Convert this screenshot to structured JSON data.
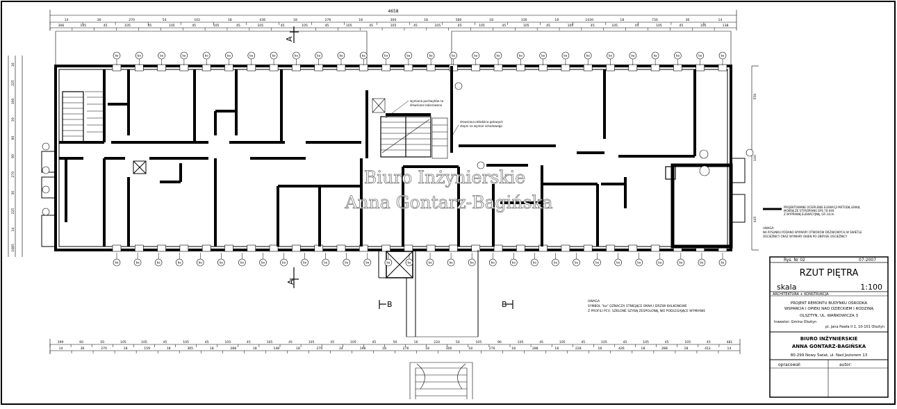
{
  "drawing": {
    "plan_title": "RZUT PIĘTRA",
    "drawing_number": "Rys. Nr 02",
    "date": "07-2007",
    "scale_label": "skala",
    "scale_value": "1:100",
    "discipline": "ARCHITEKTURA + KONSTRUKCJA",
    "project_lines": [
      "PROJEKT REMONTU BUDYNKU OŚRODKA",
      "WSPARCIA I OPIEKI NAD DZIECKIEM I RODZINĄ",
      "OLSZTYN, UL. WAŃKOWICZA 3"
    ],
    "investor_lines": [
      "Inwestor: Gmina Olsztyn",
      "pl. Jana Pawła II 1, 10-101 Olsztyn"
    ],
    "office_lines": [
      "BIURO INŻYNIERSKIE",
      "ANNA GONTARZ-BAGIŃSKA",
      "80-299 Nowy Świat, ul. Nad Jeziorem 13"
    ],
    "drafted_label": "opracował:",
    "author_label": "autor:"
  },
  "watermark": {
    "line1": "Biuro Inżynierskie",
    "line2": "Anna Gontarz-Bagińska"
  },
  "legend": {
    "text_lines": [
      "PROJEKTOWANE OCIEPLENIE ELEWACJI METODĄ LEKKĄ",
      "MOKRĄ ZE STYROPIANU EPS 70-040",
      "Z WYPRAWĄ ELEWACYJNĄ, GR 14cm"
    ]
  },
  "notes": {
    "right_lines": [
      "UWAGA:",
      "NA RYSUNKU PODANO WYMIARY OTWORÓW DRZWIOWYCH W ŚWIETLE",
      "OŚCIEŻNICY ORAZ WYMIARY OKIEN PO OBRYSIE OŚCIEŻNICY"
    ],
    "bottom_lines": [
      "UWAGA",
      "SYMBOL \"ba\" OZNACZA STNIEJĄCE OKNA I DRZWI BALKONOWE",
      "Z PROFILI PCV, SZKLONE SZYBĄ ZESPOLONĄ, NIE PODLEGAJĄCE WYMIANIE"
    ],
    "callout_1": [
      "wymiana pochwytów na",
      "drewniane lakierowane"
    ],
    "callout_2": [
      "drewniana okładzina gotowych",
      "stopni na wymiar schodowego"
    ]
  },
  "sections": {
    "a": "A",
    "b": "B"
  },
  "dimensions": {
    "top_overall": "4658",
    "top_row1": [
      "14",
      "36",
      "270",
      "54",
      "102",
      "18",
      "436",
      "18",
      "276",
      "18",
      "300",
      "18",
      "580",
      "18",
      "330",
      "18",
      "1030",
      "18",
      "730",
      "36",
      "14"
    ],
    "top_row2": [
      "366",
      "105",
      "45",
      "105",
      "45",
      "105",
      "45",
      "105",
      "45",
      "105",
      "45",
      "105",
      "45",
      "105",
      "45",
      "105",
      "45",
      "105",
      "45",
      "105",
      "45",
      "105",
      "45",
      "105",
      "45",
      "105",
      "45",
      "105",
      "45",
      "105",
      "138"
    ],
    "bottom_row1": [
      "399",
      "60",
      "50",
      "105",
      "105",
      "45",
      "105",
      "45",
      "105",
      "45",
      "105",
      "45",
      "105",
      "45",
      "105",
      "45",
      "50",
      "16",
      "224",
      "50",
      "105",
      "96",
      "105",
      "45",
      "105",
      "45",
      "105",
      "45",
      "105",
      "45",
      "105",
      "45",
      "481"
    ],
    "bottom_row2": [
      "14",
      "36",
      "270",
      "18",
      "159",
      "18",
      "365",
      "18",
      "288",
      "18",
      "148",
      "18",
      "270",
      "24",
      "198",
      "18",
      "276",
      "18",
      "300",
      "18",
      "276",
      "18",
      "288",
      "18",
      "228",
      "18",
      "426",
      "18",
      "288",
      "18",
      "412",
      "14"
    ],
    "left_side": [
      "16",
      "225",
      "300",
      "30",
      "90",
      "90",
      "270",
      "30",
      "225",
      "14",
      "1685"
    ],
    "right_side": [
      "556",
      "140",
      "445"
    ]
  },
  "window_tags": {
    "count_top": 28,
    "count_bottom": 30,
    "label": "ba"
  }
}
